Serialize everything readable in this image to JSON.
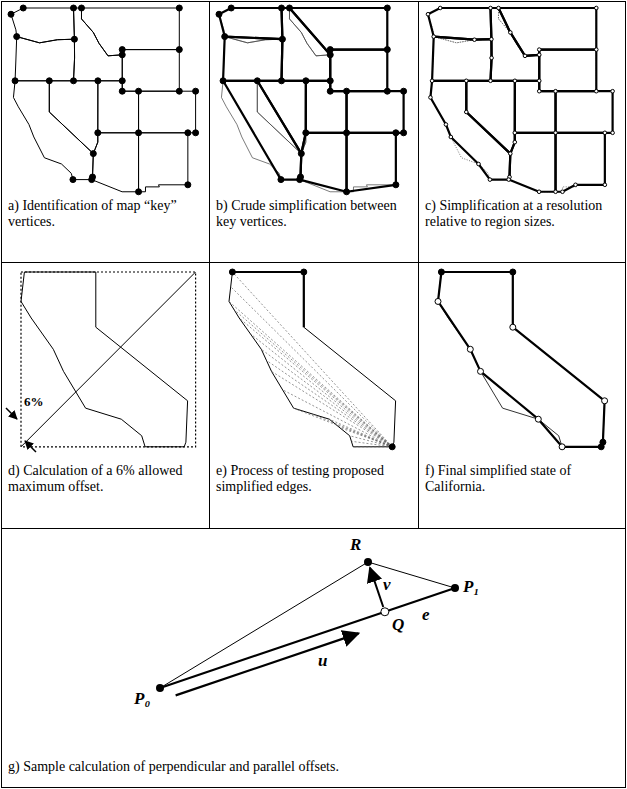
{
  "diagram": {
    "nodes": [
      {
        "text": [
          "a) Identification of map “key” vertices."
        ]
      },
      {
        "text": [
          "b) Crude simplification between key vertices."
        ]
      },
      {
        "text": [
          "c) Simplification at a resolution relative to region sizes."
        ]
      },
      {
        "text": [
          "d) Calculation of a 6% allowed maximum offset."
        ]
      },
      {
        "text": [
          "e) Process of testing proposed simplified edges."
        ]
      },
      {
        "text": [
          "f) Final simplified state of California."
        ]
      },
      {
        "text": [
          "g) Sample calculation of perpendicular and parallel offsets."
        ]
      }
    ],
    "labels": [
      "6%",
      "R",
      "v",
      "P₁",
      "Q",
      "e",
      "P₀",
      "u"
    ]
  }
}
